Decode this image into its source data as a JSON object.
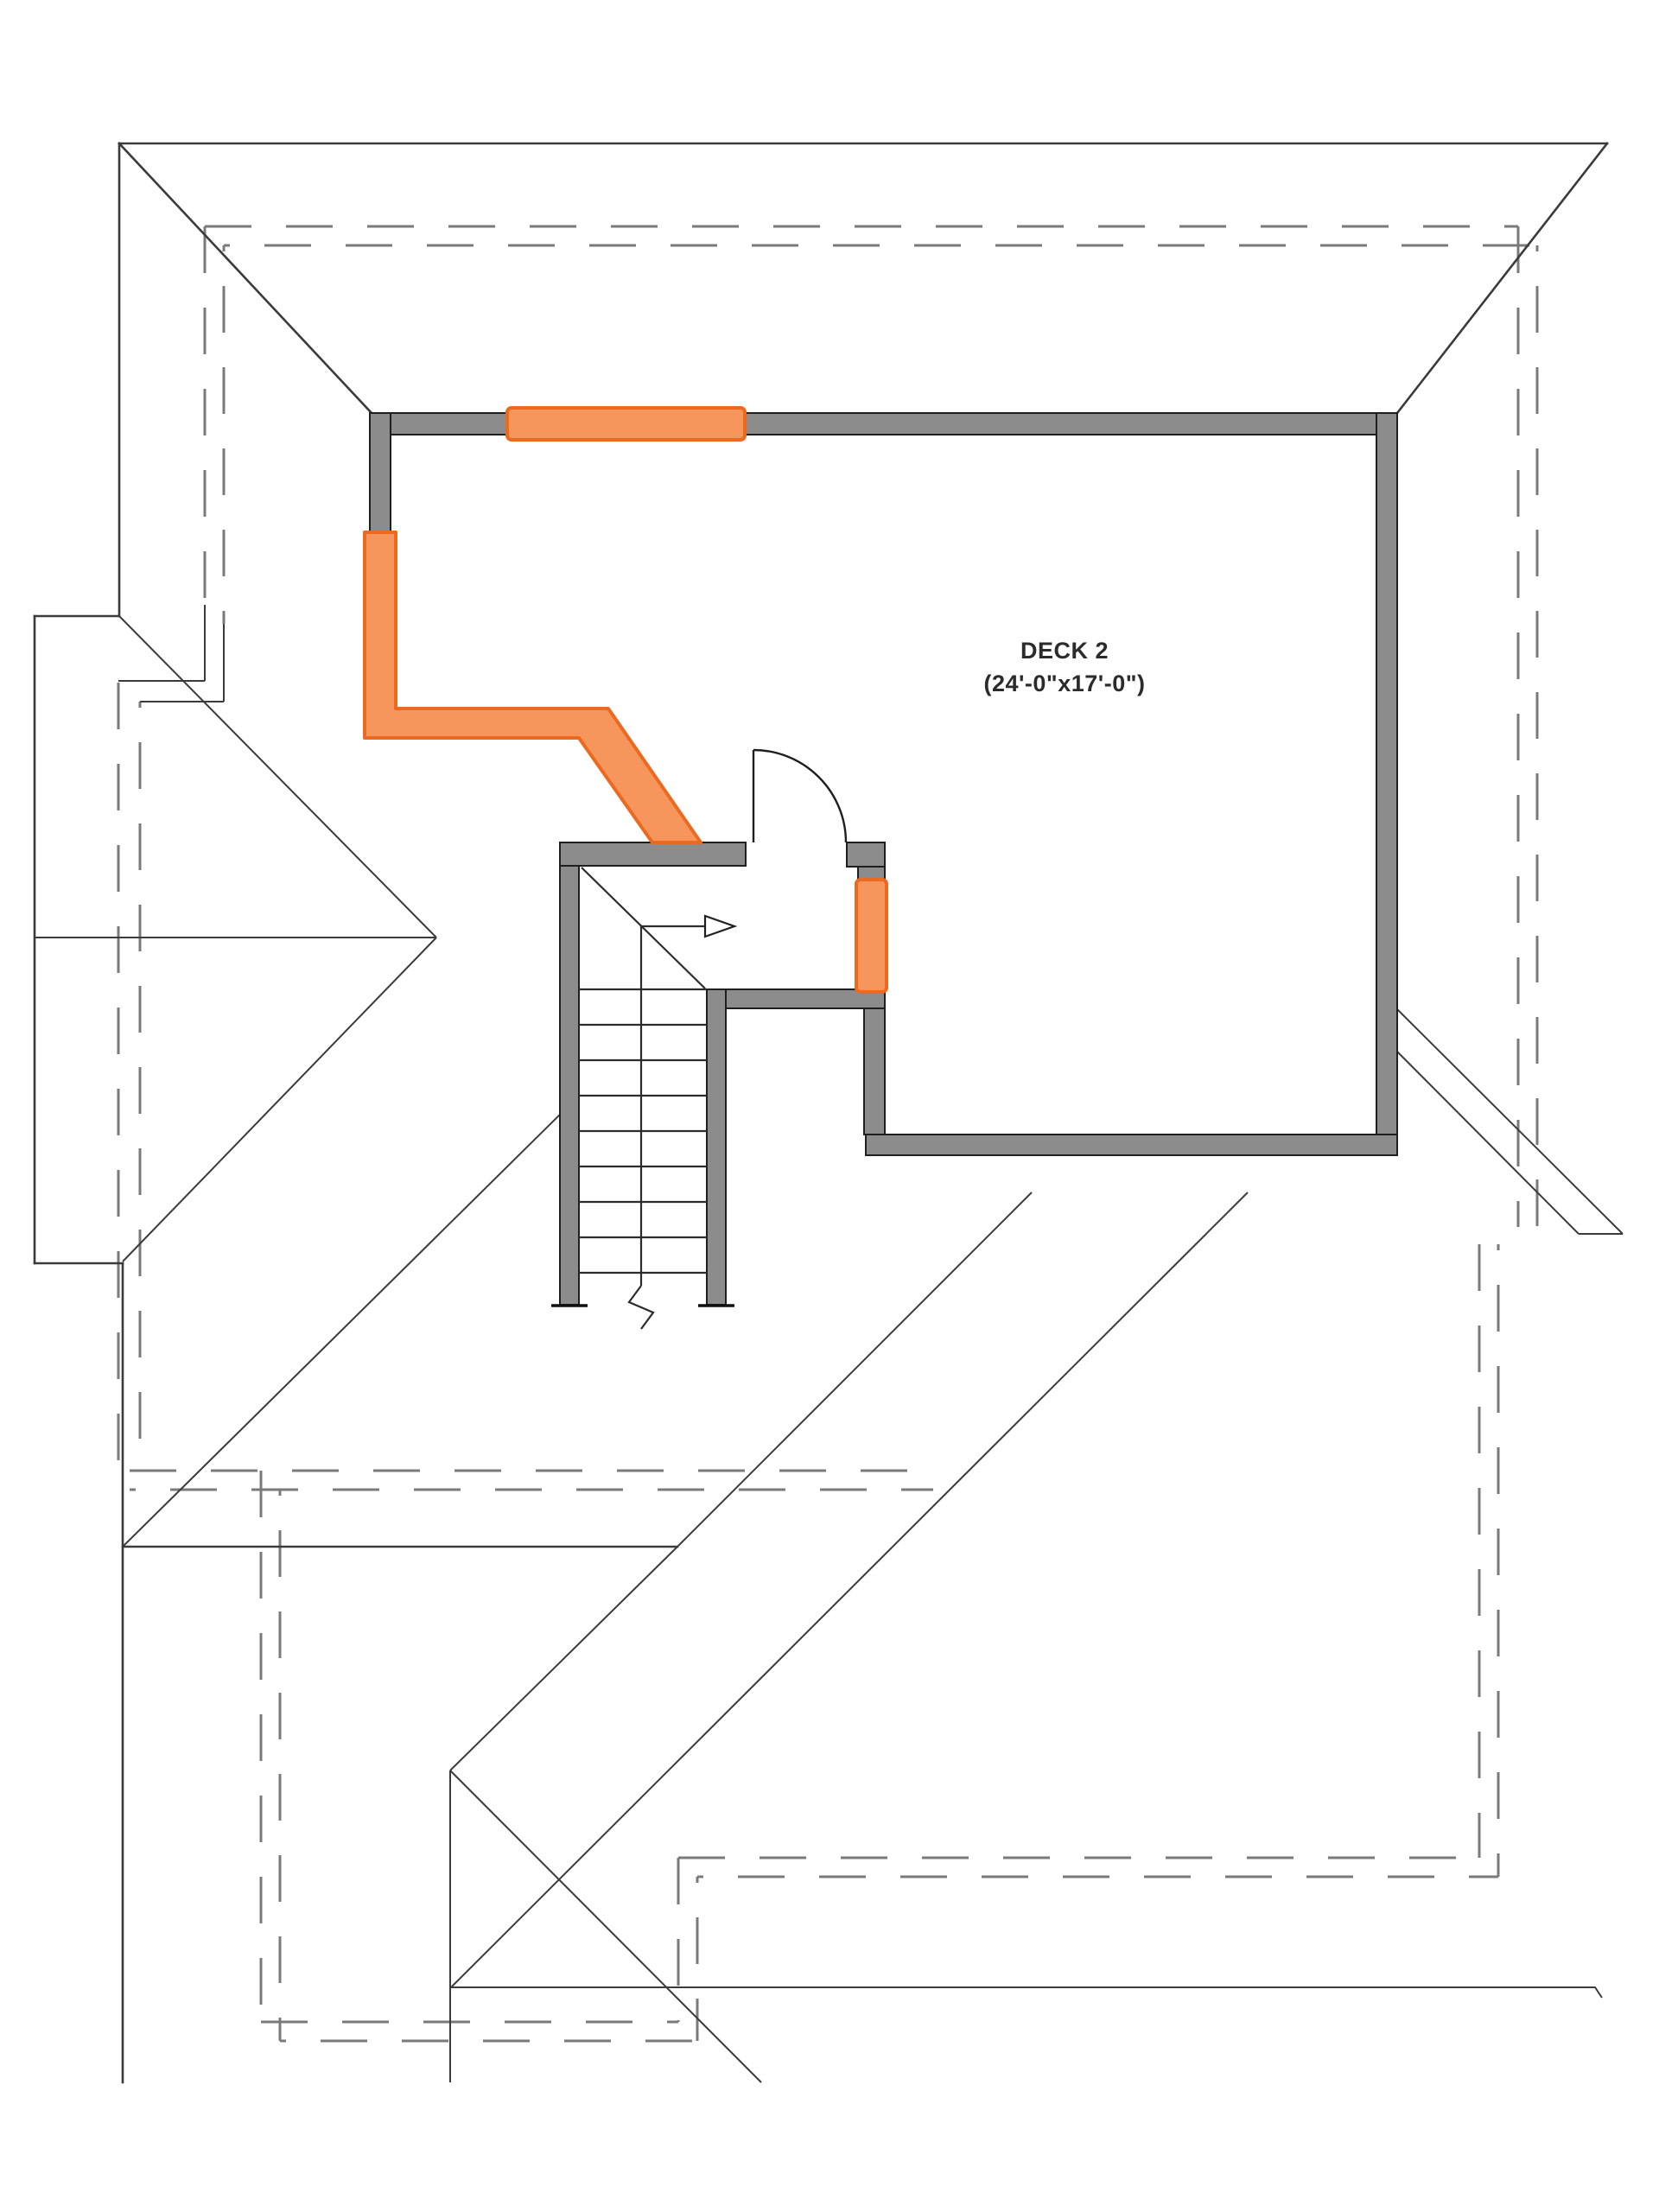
{
  "deck": {
    "label": "DECK 2",
    "dimensions": "(24'-0\"x17'-0\")"
  },
  "symbols": {
    "stair_direction_arrow": "points-right",
    "door_swing": "quarter-arc",
    "stair_break_mark": "zigzag"
  },
  "highlighted_wall_segments": [
    "top-wall-segment",
    "left-wall-L-segment-with-diagonal",
    "window-segment-right-of-landing"
  ],
  "colors": {
    "highlight_fill": "#F6955C",
    "highlight_border": "#EB6A1F",
    "wall_fill": "#8C8C8C",
    "wall_edge": "#1F1F1F",
    "line": "#3B3B3B",
    "dashed_line": "#7A7A7A",
    "background": "#FFFFFF",
    "label_color": "#2B2B2B"
  }
}
